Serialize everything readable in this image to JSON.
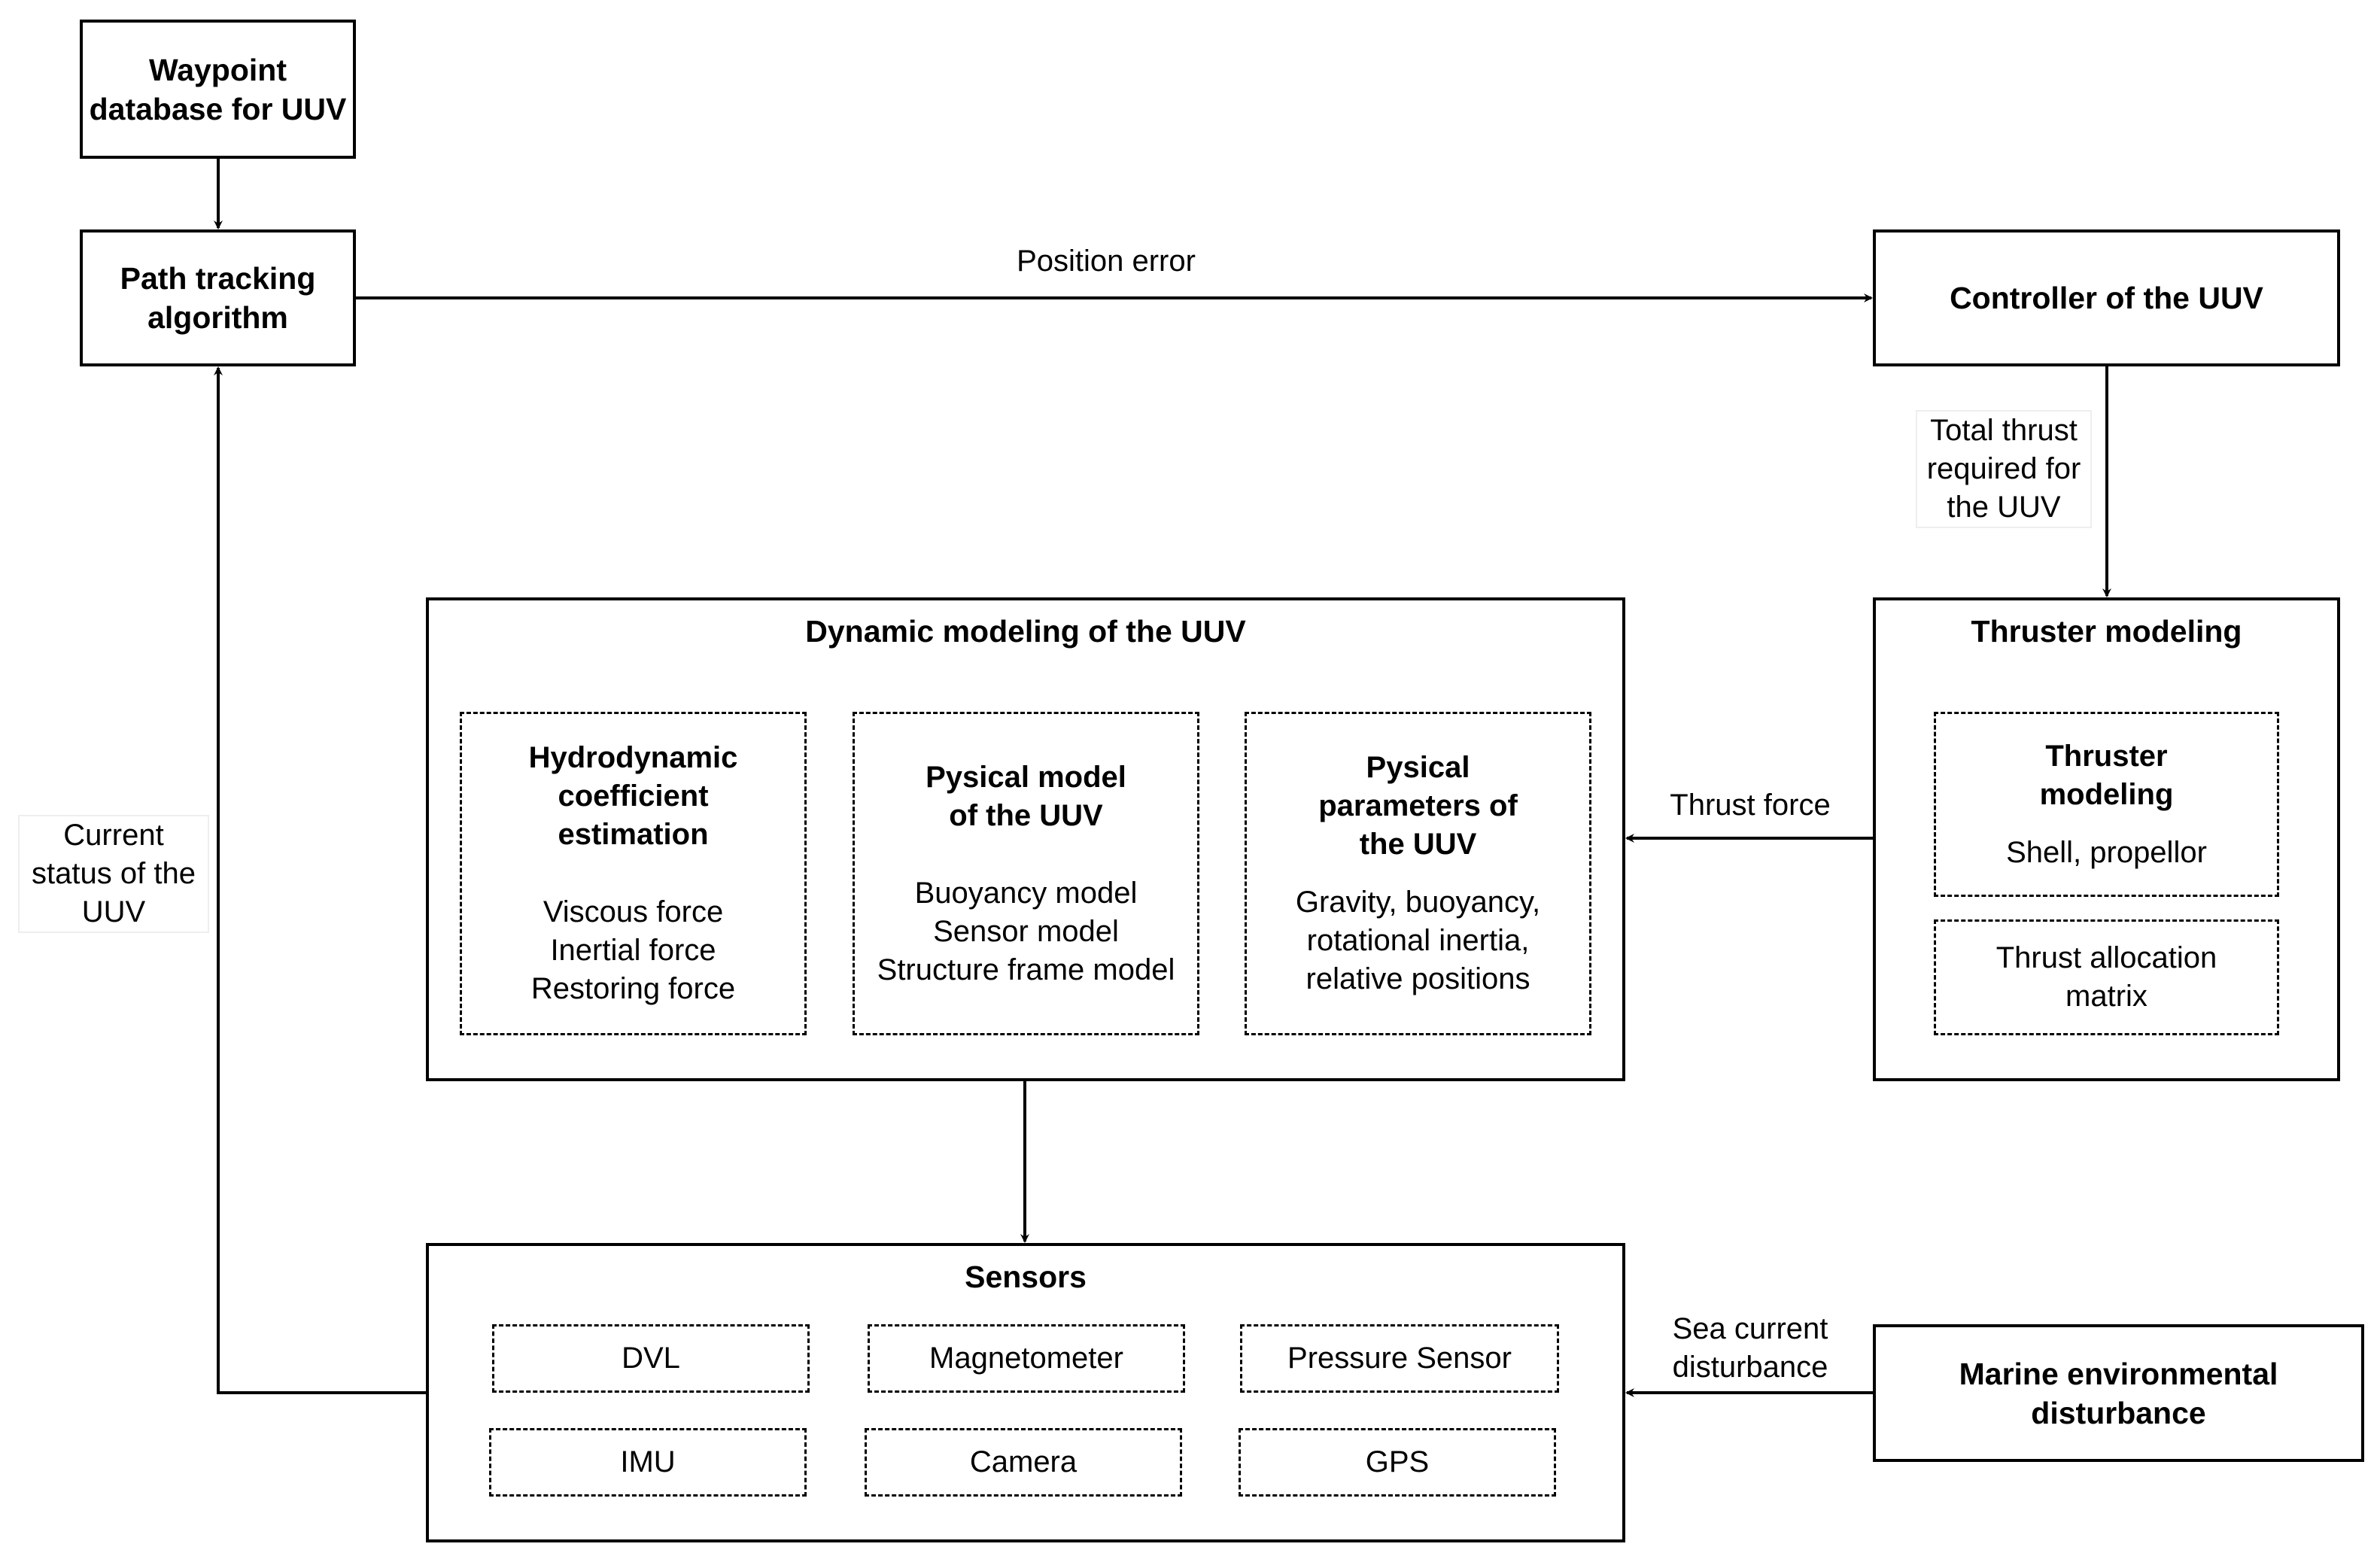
{
  "nodes": {
    "waypoint": "Waypoint database for UUV",
    "path_tracking": "Path tracking algorithm",
    "controller": "Controller of the UUV",
    "dynamic_modeling": {
      "title": "Dynamic modeling of the UUV",
      "hydro": {
        "title": "Hydrodynamic coefficient estimation",
        "items": [
          "Viscous force",
          "Inertial force",
          "Restoring force"
        ]
      },
      "physical_model": {
        "title": "Pysical model of the UUV",
        "items": [
          "Buoyancy model",
          "Sensor model",
          "Structure frame model"
        ]
      },
      "physical_params": {
        "title": "Pysical parameters of the UUV",
        "text": "Gravity, buoyancy, rotational inertia, relative positions"
      }
    },
    "thruster_modeling": {
      "title": "Thruster modeling",
      "sub": {
        "title": "Thruster modeling",
        "text": "Shell, propellor"
      },
      "allocation": "Thrust allocation matrix"
    },
    "sensors": {
      "title": "Sensors",
      "items": [
        "DVL",
        "Magnetometer",
        "Pressure Sensor",
        "IMU",
        "Camera",
        "GPS"
      ]
    },
    "marine": "Marine environmental disturbance"
  },
  "edges": {
    "position_error": "Position error",
    "total_thrust": "Total thrust required for the UUV",
    "thrust_force": "Thrust force",
    "sea_current": "Sea current disturbance",
    "current_status": "Current status of the UUV"
  }
}
